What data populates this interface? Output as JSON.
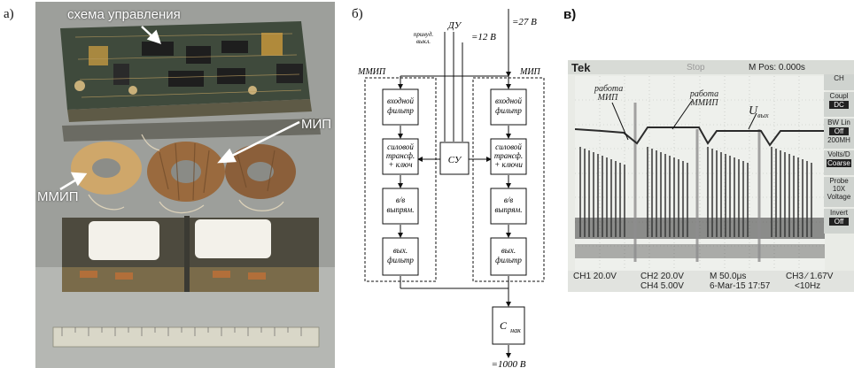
{
  "panels": {
    "a": {
      "label": "а)"
    },
    "b": {
      "label": "б)"
    },
    "c": {
      "label": "в)"
    }
  },
  "photo": {
    "annot_control": "схема управления",
    "annot_mip": "МИП",
    "annot_mmip": "ММИП"
  },
  "diagram": {
    "du": "ДУ",
    "forced_off": "принуд. выкл.",
    "v12": "=12 В",
    "v27": "=27 В",
    "mmip": "ММИП",
    "mip": "МИП",
    "input_filter_l": "входной фильтр",
    "input_filter_r": "входной фильтр",
    "power_l": "силовой трансф. + ключ",
    "power_r": "силовой трансф. + ключи",
    "rect_l": "в/в выпрям.",
    "rect_r": "в/в выпрям.",
    "outfilter_l": "вых. фильтр",
    "outfilter_r": "вых. фильтр",
    "control": "СУ",
    "cap_base": "C",
    "cap_sub": "нак",
    "vout": "=1000 В"
  },
  "scope": {
    "brand": "Tek",
    "run_state": "Stop",
    "mpos": "M Pos: 0.000s",
    "annot_mip": "работа МИП",
    "annot_mmip": "работа ММИП",
    "annot_uvyh_base": "U",
    "annot_uvyh_sub": "вых",
    "ch1": "CH1  20.0V",
    "ch2": "CH2  20.0V",
    "ch4": "CH4  5.00V",
    "timebase": "M 50.0μs",
    "date": "6-Mar-15 17:57",
    "trig": "CH3 ∕ 1.67V",
    "freq": "<10Hz",
    "side_ch": "CH",
    "side_coupling": "Coupl",
    "side_coupling_val": "DC",
    "side_bw": "BW Lin",
    "side_bw_val": "Off",
    "side_bw_freq": "200MH",
    "side_volts": "Volts/D",
    "side_volts_val": "Coarse",
    "side_probe": "Probe",
    "side_probe_val": "10X",
    "side_probe_type": "Voltage",
    "side_invert": "Invert",
    "side_invert_val": "Off"
  }
}
